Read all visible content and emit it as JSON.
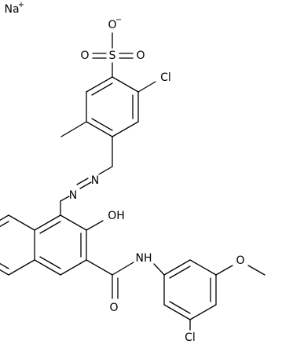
{
  "structure": {
    "sodium": "Na",
    "sodium_charge": "+",
    "sulfonate_o_minus": "O",
    "sulfonate_charge": "−",
    "sulfonate_s": "S",
    "sulfonate_o_left": "O",
    "sulfonate_o_right": "O",
    "chloro_top": "Cl",
    "azo_n_upper": "N",
    "azo_n_lower": "N",
    "hydroxy": "OH",
    "amide_nh": "NH",
    "amide_o": "O",
    "methoxy_o": "O",
    "chloro_bottom": "Cl"
  }
}
